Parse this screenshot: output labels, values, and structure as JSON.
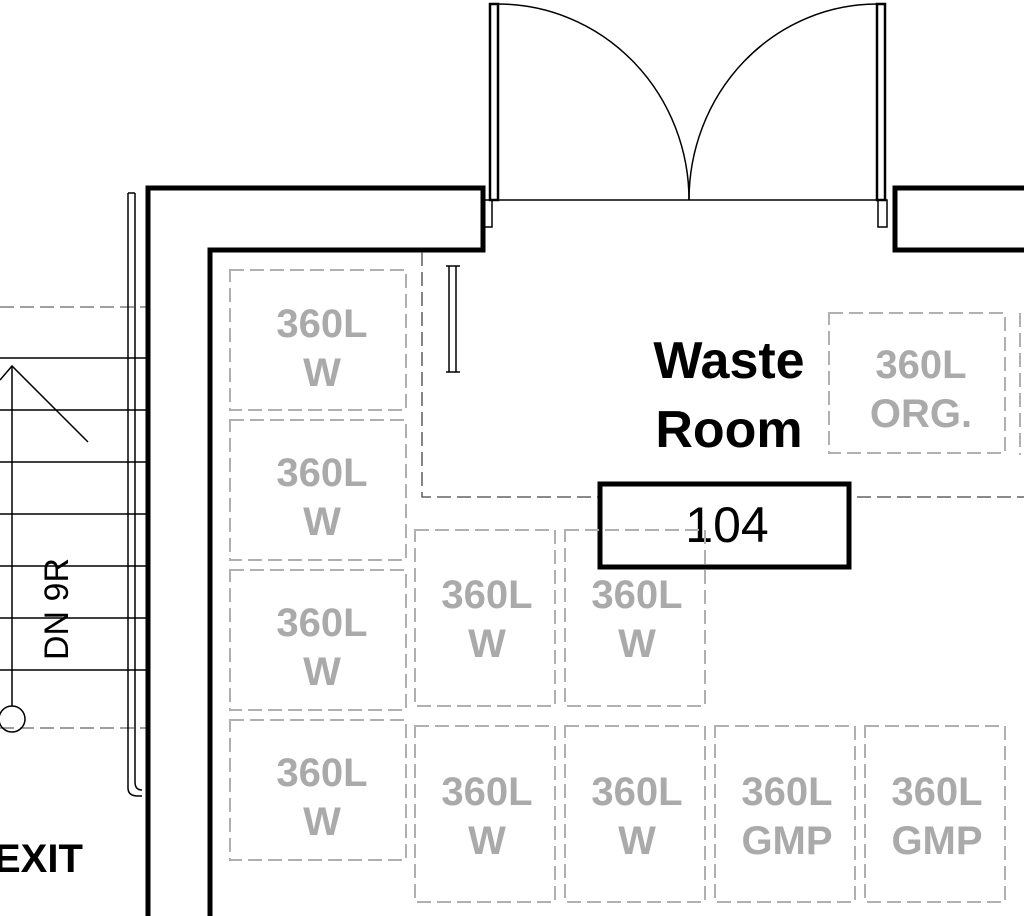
{
  "room": {
    "name_line1": "Waste",
    "name_line2": "Room",
    "number": "104"
  },
  "stair": {
    "label": "DN 9R"
  },
  "exit_label": "EXIT",
  "bins": [
    {
      "size": "360L",
      "type": "W"
    },
    {
      "size": "360L",
      "type": "W"
    },
    {
      "size": "360L",
      "type": "W"
    },
    {
      "size": "360L",
      "type": "W"
    },
    {
      "size": "360L",
      "type": "ORG."
    },
    {
      "size": "360L",
      "type": "W"
    },
    {
      "size": "360L",
      "type": "W"
    },
    {
      "size": "360L",
      "type": "W"
    },
    {
      "size": "360L",
      "type": "W"
    },
    {
      "size": "360L",
      "type": "GMP"
    },
    {
      "size": "360L",
      "type": "GMP"
    }
  ]
}
